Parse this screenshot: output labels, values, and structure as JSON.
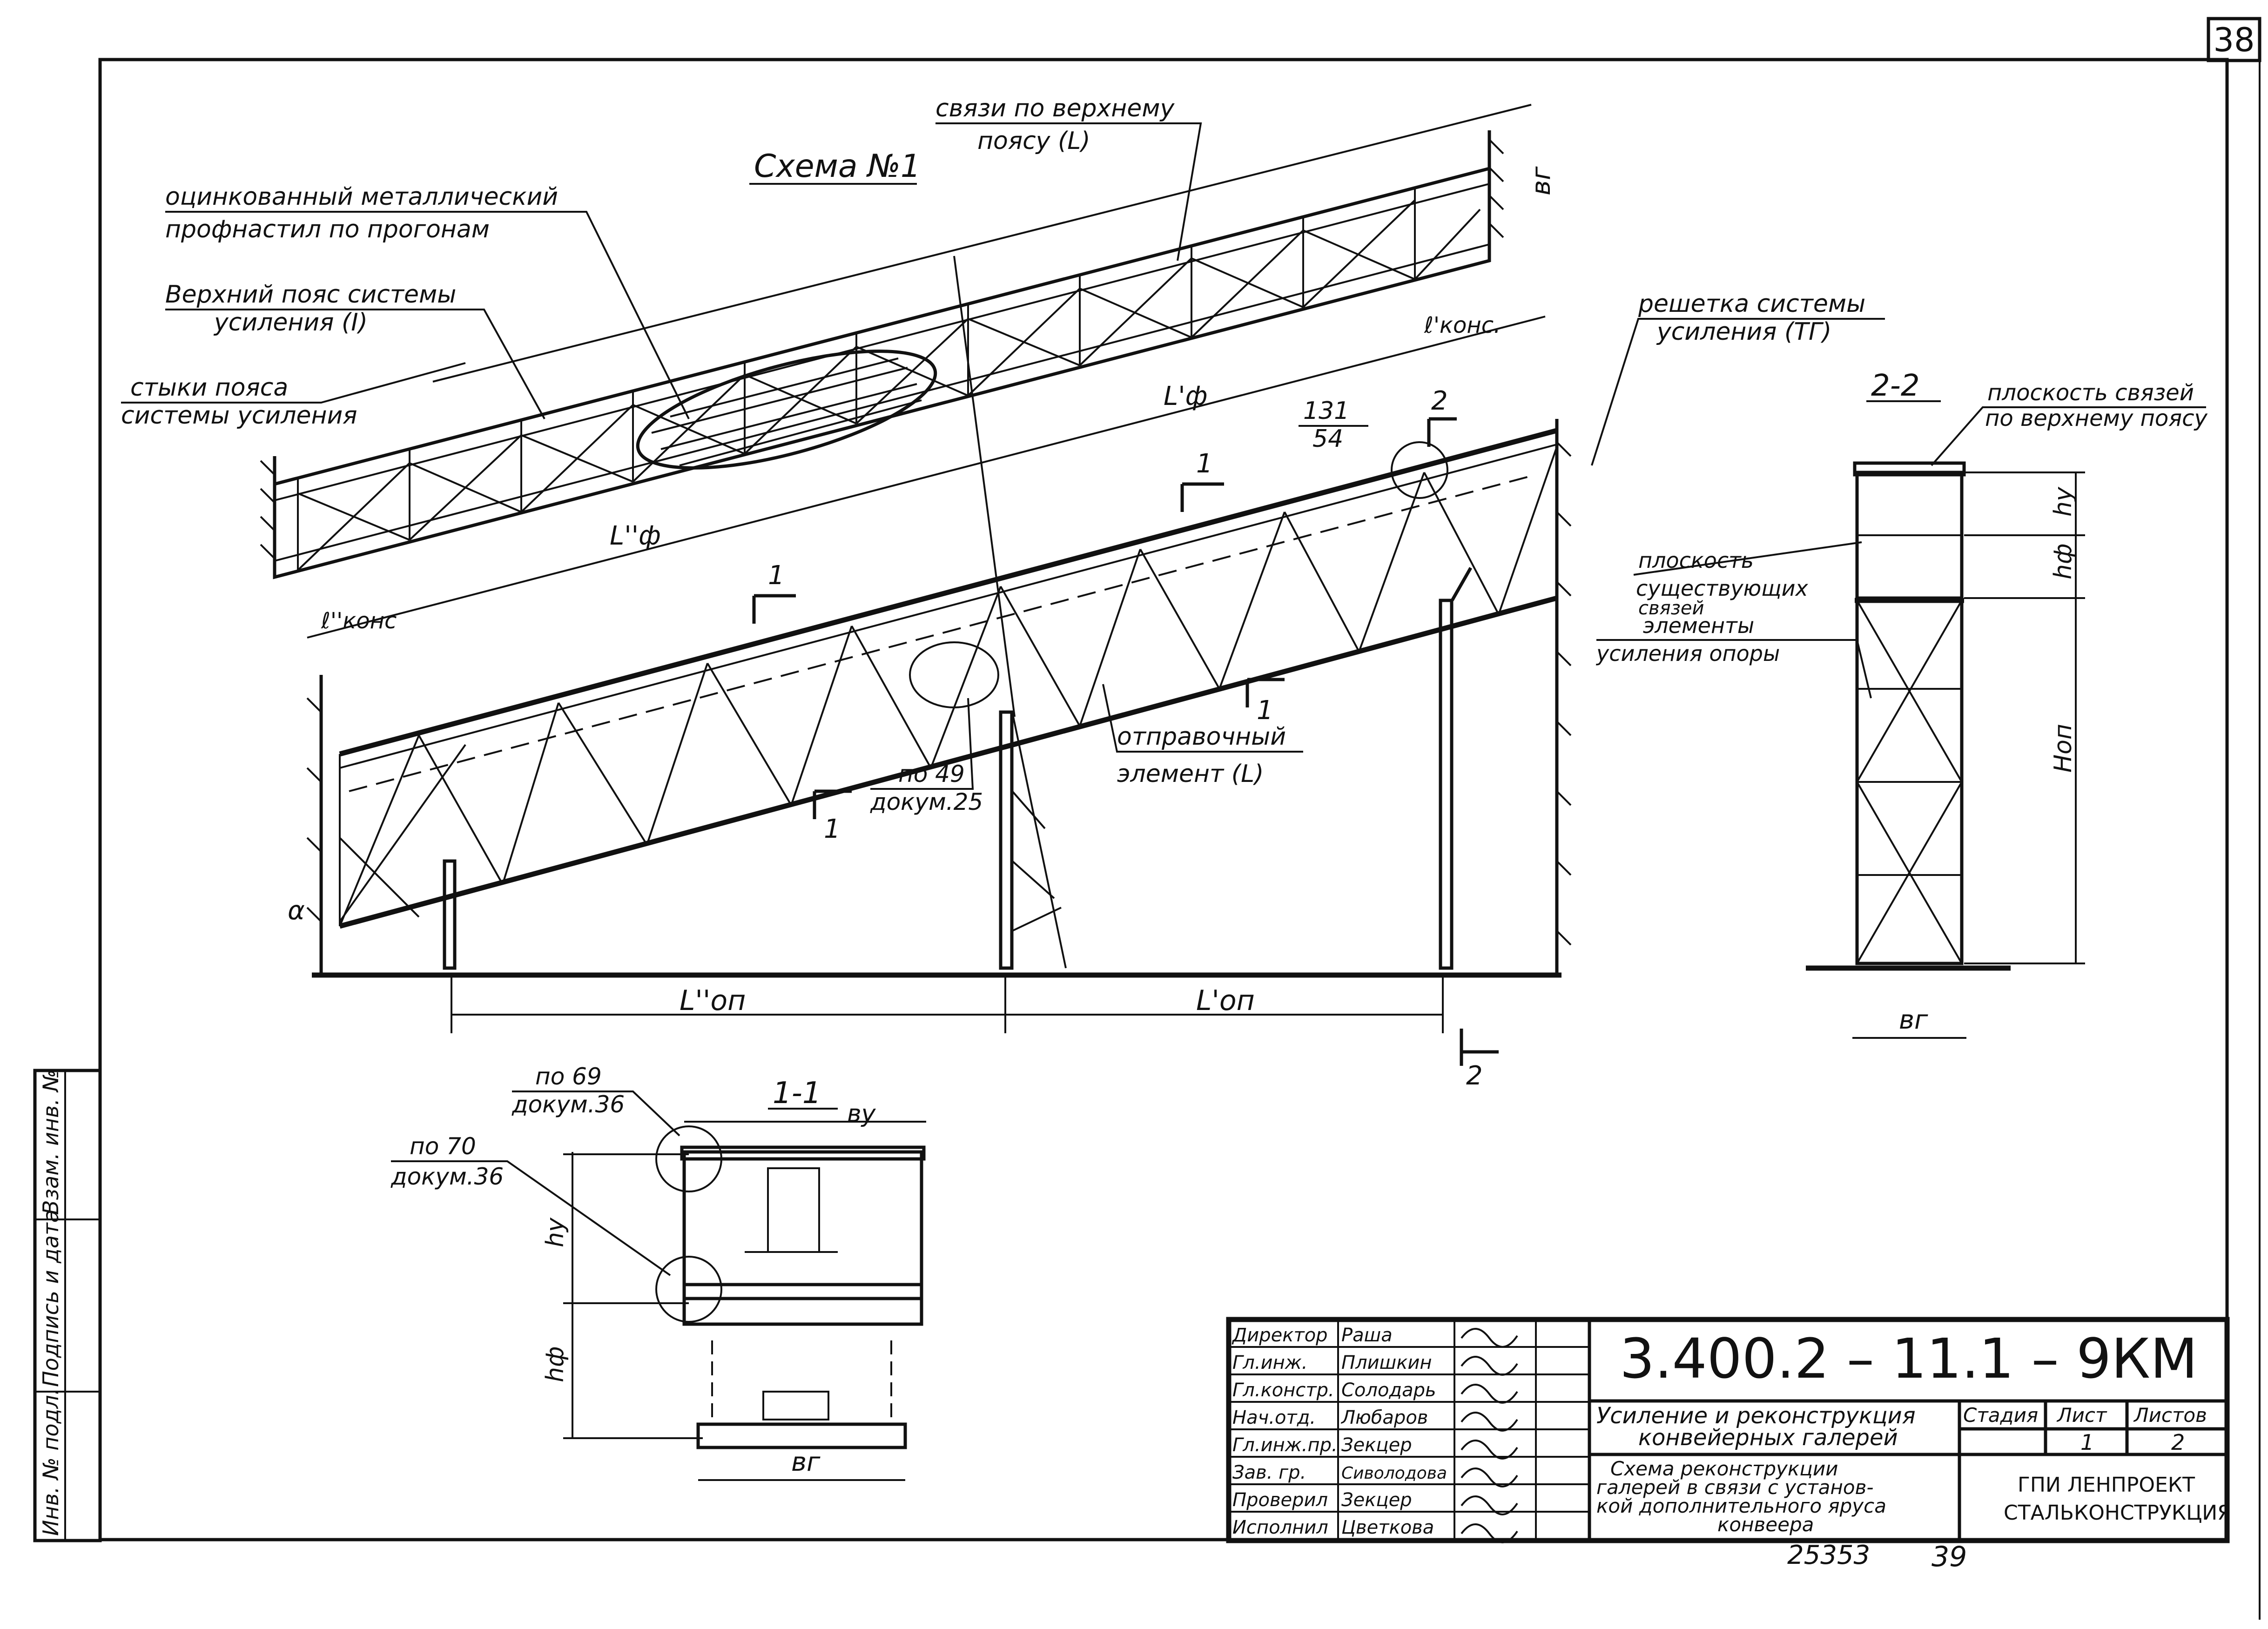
{
  "sheet": {
    "number": "38"
  },
  "scheme": {
    "title": "Схема №1",
    "callouts": {
      "roof": [
        "оцинкованный металлический",
        "профнастил по прогонам"
      ],
      "top_chord": [
        "Верхний пояс системы",
        "усиления (I)"
      ],
      "chord_joints": [
        "стыки пояса",
        "системы усиления"
      ],
      "bracing": [
        "связи по верхнему",
        "поясу (L)"
      ],
      "lattice": [
        "решетка системы",
        "усиления (ТГ)"
      ],
      "shipping": [
        "отправочный",
        "элемент (L)"
      ],
      "ref_131": [
        "131",
        "54"
      ],
      "ref_49": [
        "по 49",
        "докум.25"
      ]
    },
    "dims": {
      "l_f1": "L'ф",
      "l_f2": "L''ф",
      "l_kons1": "ℓ'конс.",
      "l_kons2": "ℓ''конс",
      "b_g": "вг",
      "alpha": "α",
      "l_op1": "L'оп",
      "l_op2": "L''оп"
    },
    "sections": {
      "s1": "1",
      "s2": "2"
    }
  },
  "section_22": {
    "title": "2-2",
    "callouts": {
      "plane_bracing": [
        "плоскость связей",
        "по верхнему поясу"
      ],
      "plane_existing": [
        "плоскость",
        "существующих",
        "связей"
      ],
      "support_elements": [
        "элементы",
        "усиления опоры"
      ]
    },
    "dims": {
      "h_y": "hу",
      "h_f": "hф",
      "h_op": "Hоп",
      "b_g": "вг"
    }
  },
  "section_11": {
    "title": "1-1",
    "callouts": {
      "ref_69": [
        "по 69",
        "докум.36"
      ],
      "ref_70": [
        "по 70",
        "докум.36"
      ]
    },
    "dims": {
      "b_y": "ву",
      "h_y": "hу",
      "h_f": "hф",
      "b_g": "вг"
    }
  },
  "side_stamp": {
    "fields": [
      "Инв. № подл.",
      "Подпись и дата",
      "Взам. инв. №"
    ]
  },
  "title_block": {
    "code": "3.400.2 – 11.1 – 9КМ",
    "roles": [
      "Директор",
      "Гл.инж.",
      "Гл.констр.",
      "Нач.отд.",
      "Гл.инж.пр.",
      "Зав. гр.",
      "Проверил",
      "Исполнил"
    ],
    "names": [
      "Раша",
      "Плишкин",
      "Солодарь",
      "Любаров",
      "Зекцер",
      "Сиволодова",
      "Зекцер",
      "Цветкова"
    ],
    "project_title": [
      "Усиление и реконструкция",
      "конвейерных галерей"
    ],
    "sheet_title": [
      "Схема реконструкции",
      "галерей в связи с установ-",
      "кой дополнительного яруса",
      "конвеера"
    ],
    "headers": {
      "stage": "Стадия",
      "sheet": "Лист",
      "sheets": "Листов"
    },
    "values": {
      "stage": "",
      "sheet": "1",
      "sheets": "2"
    },
    "org": [
      "ГПИ ЛЕНПРОЕКТ",
      "СТАЛЬКОНСТРУКЦИЯ"
    ]
  },
  "footer": {
    "inv": "25353",
    "page": "39"
  }
}
